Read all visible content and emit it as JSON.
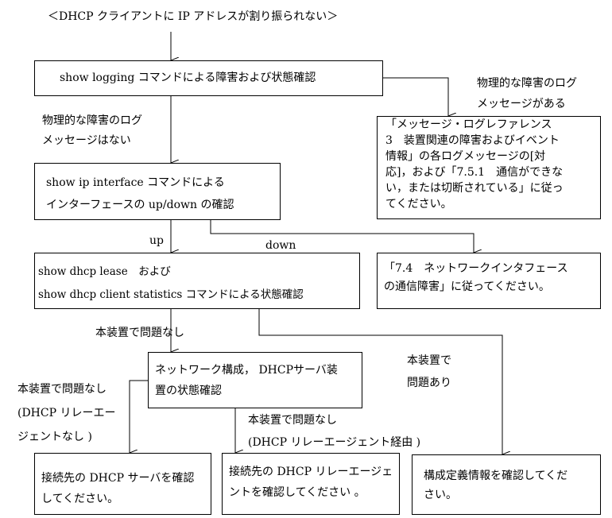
{
  "title": "＜DHCP クライアントに IP アドレスが割り振られない＞",
  "boxes": {
    "logging": [
      "show logging コマンドによる障害および状態確認"
    ],
    "msgref": [
      "「メッセージ・ログレファレンス",
      "3　装置関連の障害およびイベント",
      "情報」の各ログメッセージの[対",
      "応]，および「7.5.1　通信ができな",
      "い，または切断されている」に従っ",
      "てください。"
    ],
    "ipif": [
      "show ip interface コマンドによる",
      "インターフェースの up/down の確認"
    ],
    "netif": [
      "「7.4　ネットワークインタフェース",
      "の通信障害」に従ってください。"
    ],
    "lease": [
      "show dhcp lease　および",
      "show dhcp client statistics コマンドによる状態確認"
    ],
    "netcfg": [
      "ネットワーク構成， DHCPサーバ装",
      "置の状態確認"
    ],
    "server": [
      "接続先の DHCP サーバを確認",
      "してください。"
    ],
    "relay": [
      "接続先の DHCP リレーエージェ",
      "ントを確認してください 。"
    ],
    "config": [
      "構成定義情報を確認してくだ",
      "さい。"
    ]
  },
  "labels": {
    "phys_yes": [
      "物理的な障害のログ",
      "メッセージがある"
    ],
    "phys_no": [
      "物理的な障害のログ",
      "メッセージはない"
    ],
    "up": "up",
    "down": "down",
    "ok_device": "本装置で問題なし",
    "device_issue": [
      "本装置で",
      "問題あり"
    ],
    "ok_no_relay": [
      "本装置で問題なし",
      "(DHCP リレーエー",
      "ジェントなし )"
    ],
    "ok_relay": [
      "本装置で問題なし",
      "(DHCP リレーエージェント経由 )"
    ]
  }
}
